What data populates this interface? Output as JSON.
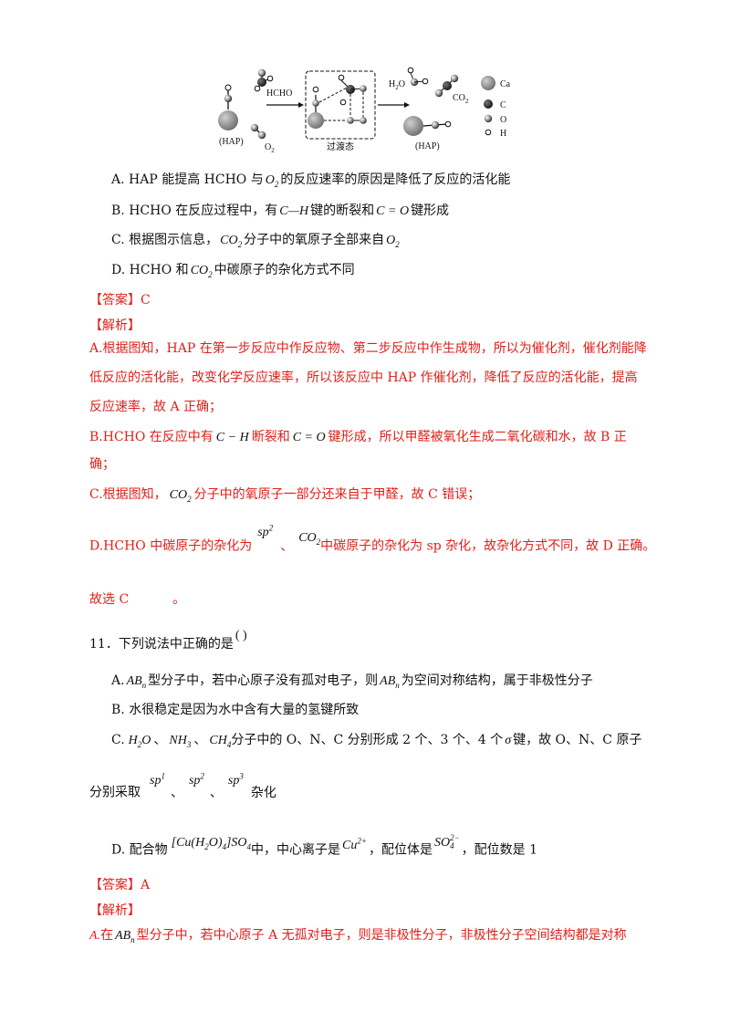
{
  "diagram": {
    "hap_left": "(HAP)",
    "o2_left": "O",
    "o2_left_sub": "2",
    "hcho": "HCHO",
    "transition": "过渡态",
    "h2o": "H",
    "h2o_sub": "2",
    "h2o_o": "O",
    "co2": "CO",
    "co2_sub": "2",
    "hap_right": "(HAP)",
    "legend": {
      "ca": "Ca",
      "c": "C",
      "o": "O",
      "h": "H"
    }
  },
  "q10": {
    "optA_pre": "A. HAP 能提高 HCHO 与",
    "optA_m": "O",
    "optA_sub": "2",
    "optA_post": "的反应速率的原因是降低了反应的活化能",
    "optB_pre": "B. HCHO 在反应过程中，有",
    "optB_m1": "C—H",
    "optB_mid": "键的断裂和",
    "optB_m2": "C = O",
    "optB_post": "键形成",
    "optC_pre": "C. 根据图示信息，",
    "optC_m": "CO",
    "optC_sub": "2",
    "optC_mid": "分子中的氧原子全部来自",
    "optC_m2": "O",
    "optC_sub2": "2",
    "optD_pre": "D. HCHO 和",
    "optD_m": "CO",
    "optD_sub": "2",
    "optD_post": "中碳原子的杂化方式不同",
    "answer": "【答案】C",
    "analysis": "【解析】",
    "a_line1": "A.根据图知，HAP 在第一步反应中作反应物、第二步反应中作生成物，所以为催化剂，催化剂能降",
    "a_line2": "低反应的活化能，改变化学反应速率，所以该反应中 HAP 作催化剂，降低了反应的活化能，提高",
    "a_line3": "反应速率，故 A 正确；",
    "b_pre": "B.HCHO 在反应中有",
    "b_m1": "C − H",
    "b_mid": "断裂和",
    "b_m2": "C = O",
    "b_post": "键形成，所以甲醛被氧化生成二氧化碳和水，故 B 正",
    "b_line2": "确；",
    "c_pre": "C.根据图知，",
    "c_m": "CO",
    "c_sub": "2",
    "c_post": "分子中的氧原子一部分还来自于甲醛，故 C 错误；",
    "d_pre": "D.HCHO 中碳原子的杂化为",
    "d_m": "sp",
    "d_sup": "2",
    "d_sep": "、",
    "d_m2": "CO",
    "d_sub2": "2",
    "d_post": "中碳原子的杂化为 sp 杂化，故杂化方式不同，故 D 正确。",
    "conclusion": "故选 C",
    "conclusion_dot": "。"
  },
  "q11": {
    "stem": "11．下列说法中正确的是",
    "paren": "( )",
    "optA_pre": "A.",
    "optA_m": "AB",
    "optA_sub": "n",
    "optA_mid": "型分子中，若中心原子没有孤对电子，则",
    "optA_m2": "AB",
    "optA_sub2": "n",
    "optA_post": "为空间对称结构，属于非极性分子",
    "optB": "B. 水很稳定是因为水中含有大量的氢键所致",
    "optC_pre": "C.",
    "optC_m1": "H",
    "optC_s1": "2",
    "optC_m1b": "O",
    "optC_sep1": "、",
    "optC_m2": "NH",
    "optC_s2": "3",
    "optC_sep2": "、",
    "optC_m3": "CH",
    "optC_s3": "4",
    "optC_post": "分子中的 O、N、C 分别形成 2 个、3 个、4 个",
    "optC_sigma": "σ",
    "optC_post2": "键，故 O、N、C 原子",
    "optC_line2_pre": "分别采取",
    "optC_sp": "sp",
    "optC_sup1": "1",
    "optC_sup2": "2",
    "optC_sup3": "3",
    "optC_sep": "、",
    "optC_line2_post": "杂化",
    "optD_pre": "D. 配合物",
    "optD_formula": "[Cu(H",
    "optD_f_sub": "2",
    "optD_formula2": "O)",
    "optD_f_sub2": "4",
    "optD_formula3": "]SO",
    "optD_f_sub3": "4",
    "optD_mid1": "中，中心离子是",
    "optD_cu": "Cu",
    "optD_cu_sup": "2+",
    "optD_mid2": "，配位体是",
    "optD_so": "SO",
    "optD_so_sup": "2−",
    "optD_so_sub": "4",
    "optD_post": "，配位数是 1",
    "answer": "【答案】A",
    "analysis": "【解析】",
    "a_pre": "A.",
    "a_pre2": "在",
    "a_m": "AB",
    "a_sub": "n",
    "a_post": "型分子中，若中心原子 A 无孤对电子，则是非极性分子，非极性分子空间结构都是对称"
  }
}
